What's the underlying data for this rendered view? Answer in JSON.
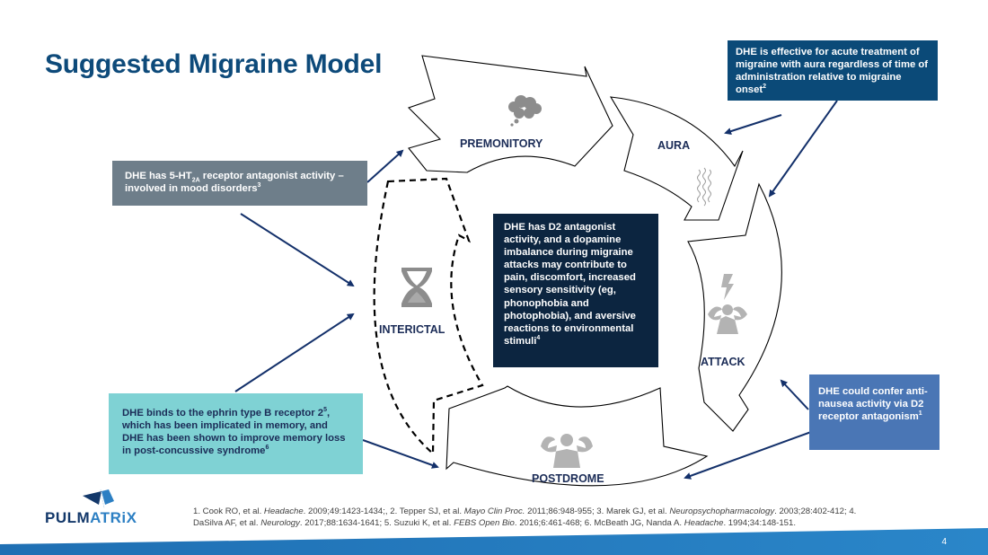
{
  "slide": {
    "title": "Suggested Migraine Model",
    "page_number": "4"
  },
  "phases": {
    "premonitory": "PREMONITORY",
    "aura": "AURA",
    "attack": "ATTACK",
    "postdrome": "POSTDROME",
    "interictal": "INTERICTAL"
  },
  "icons": {
    "premonitory": "thought-cloud",
    "aura": "wavy-lines",
    "attack": "lightning-headache-person",
    "postdrome": "headache-person",
    "interictal": "hourglass"
  },
  "callouts": {
    "aura": {
      "text": "DHE is effective for acute treatment of migraine with aura regardless of time of administration relative to migraine onset",
      "sup": "2"
    },
    "mood": {
      "pre": "DHE has 5-HT",
      "sub": "2A",
      "post": " receptor antagonist activity – involved in mood disorders",
      "sup": "3"
    },
    "d2": {
      "text": "DHE has D2 antagonist activity, and a dopamine imbalance during migraine attacks may contribute to pain, discomfort, increased sensory sensitivity (eg, phonophobia and photophobia), and aversive reactions to environmental stimuli",
      "sup": "4"
    },
    "ephrin": {
      "pre": "DHE binds to the ephrin type B receptor 2",
      "sup1": "5",
      "mid": ", which has been implicated in memory, and DHE has been shown to improve memory loss in post-concussive syndrome",
      "sup2": "6"
    },
    "nausea": {
      "text": "DHE could confer anti-nausea activity via D2 receptor antagonism",
      "sup": "1"
    }
  },
  "colors": {
    "title": "#0d4a7a",
    "aura_box": "#0b4a78",
    "mood_box": "#6e7e8a",
    "d2_box": "#0c2540",
    "ephrin_box": "#7fd2d4",
    "nausea_box": "#4a76b5",
    "arrow": "#13306a",
    "icon_gray": "#a9a9a9",
    "footer_band": "#2a86c9"
  },
  "references": {
    "r1_pre": "1. Cook RO, et al. ",
    "r1_j": "Headache",
    "r1_post": ". 2009;49:1423-1434;, ",
    "r2_pre": "2. Tepper SJ, et al. ",
    "r2_j": "Mayo Clin Proc.",
    "r2_post": " 2011;86:948-955;  ",
    "r3_pre": "3. Marek GJ, et al. ",
    "r3_j": "Neuropsychopharmacology",
    "r3_post": ". 2003;28:402-412;  4. ",
    "r4_pre": "DaSilva AF, et al. ",
    "r4_j": "Neurology",
    "r4_post": ". 2017;88:1634-1641; ",
    "r5_pre": "5. Suzuki K, et al. ",
    "r5_j": "FEBS Open Bio",
    "r5_post": ". 2016;6:461-468;  ",
    "r6_pre": "6. McBeath JG, Nanda A. ",
    "r6_j": "Headache",
    "r6_post": ". 1994;34:148-151."
  },
  "logo": {
    "part1": "PULM",
    "part2": "ATRiX"
  }
}
